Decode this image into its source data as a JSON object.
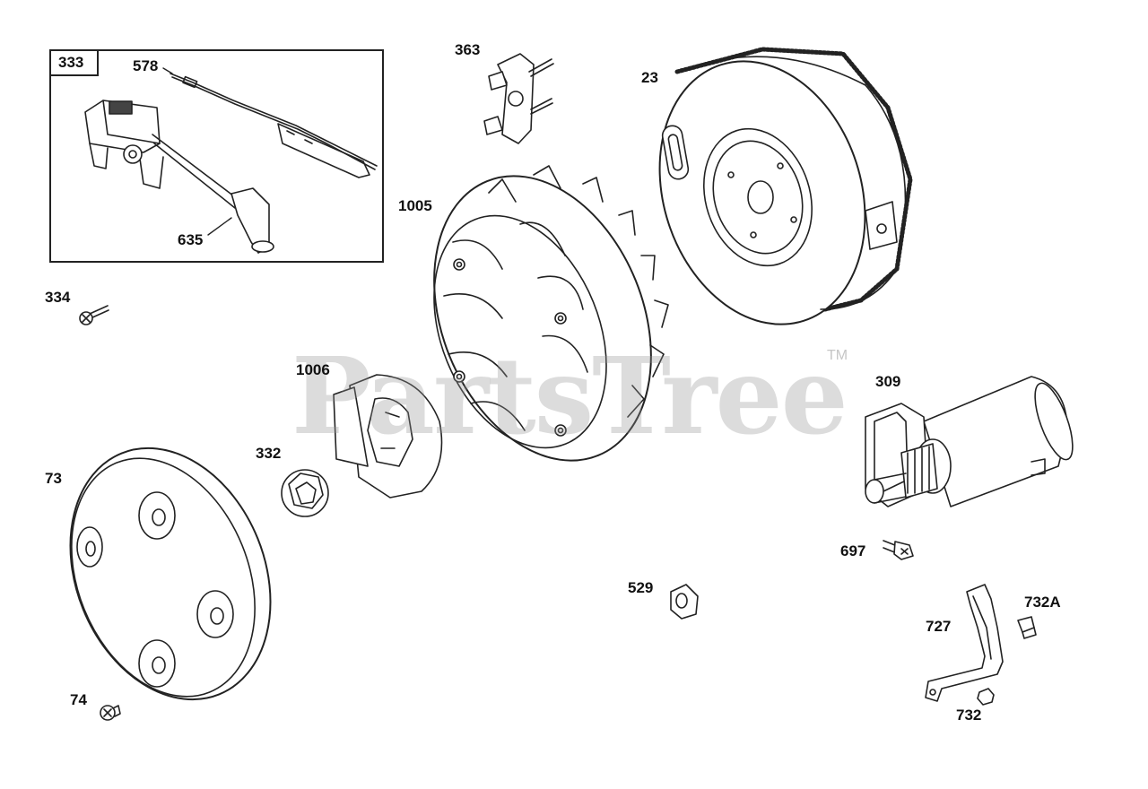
{
  "watermark": {
    "text": "PartsTree",
    "tm": "TM"
  },
  "labels": {
    "p333": "333",
    "p578": "578",
    "p635": "635",
    "p363": "363",
    "p23": "23",
    "p1005": "1005",
    "p334": "334",
    "p1006": "1006",
    "p309": "309",
    "p332": "332",
    "p73": "73",
    "p697": "697",
    "p529": "529",
    "p732a": "732A",
    "p727": "727",
    "p74": "74",
    "p732": "732"
  },
  "colors": {
    "line": "#222222",
    "fill": "#ffffff",
    "shade": "#c8c8c8",
    "watermark": "#969696"
  }
}
